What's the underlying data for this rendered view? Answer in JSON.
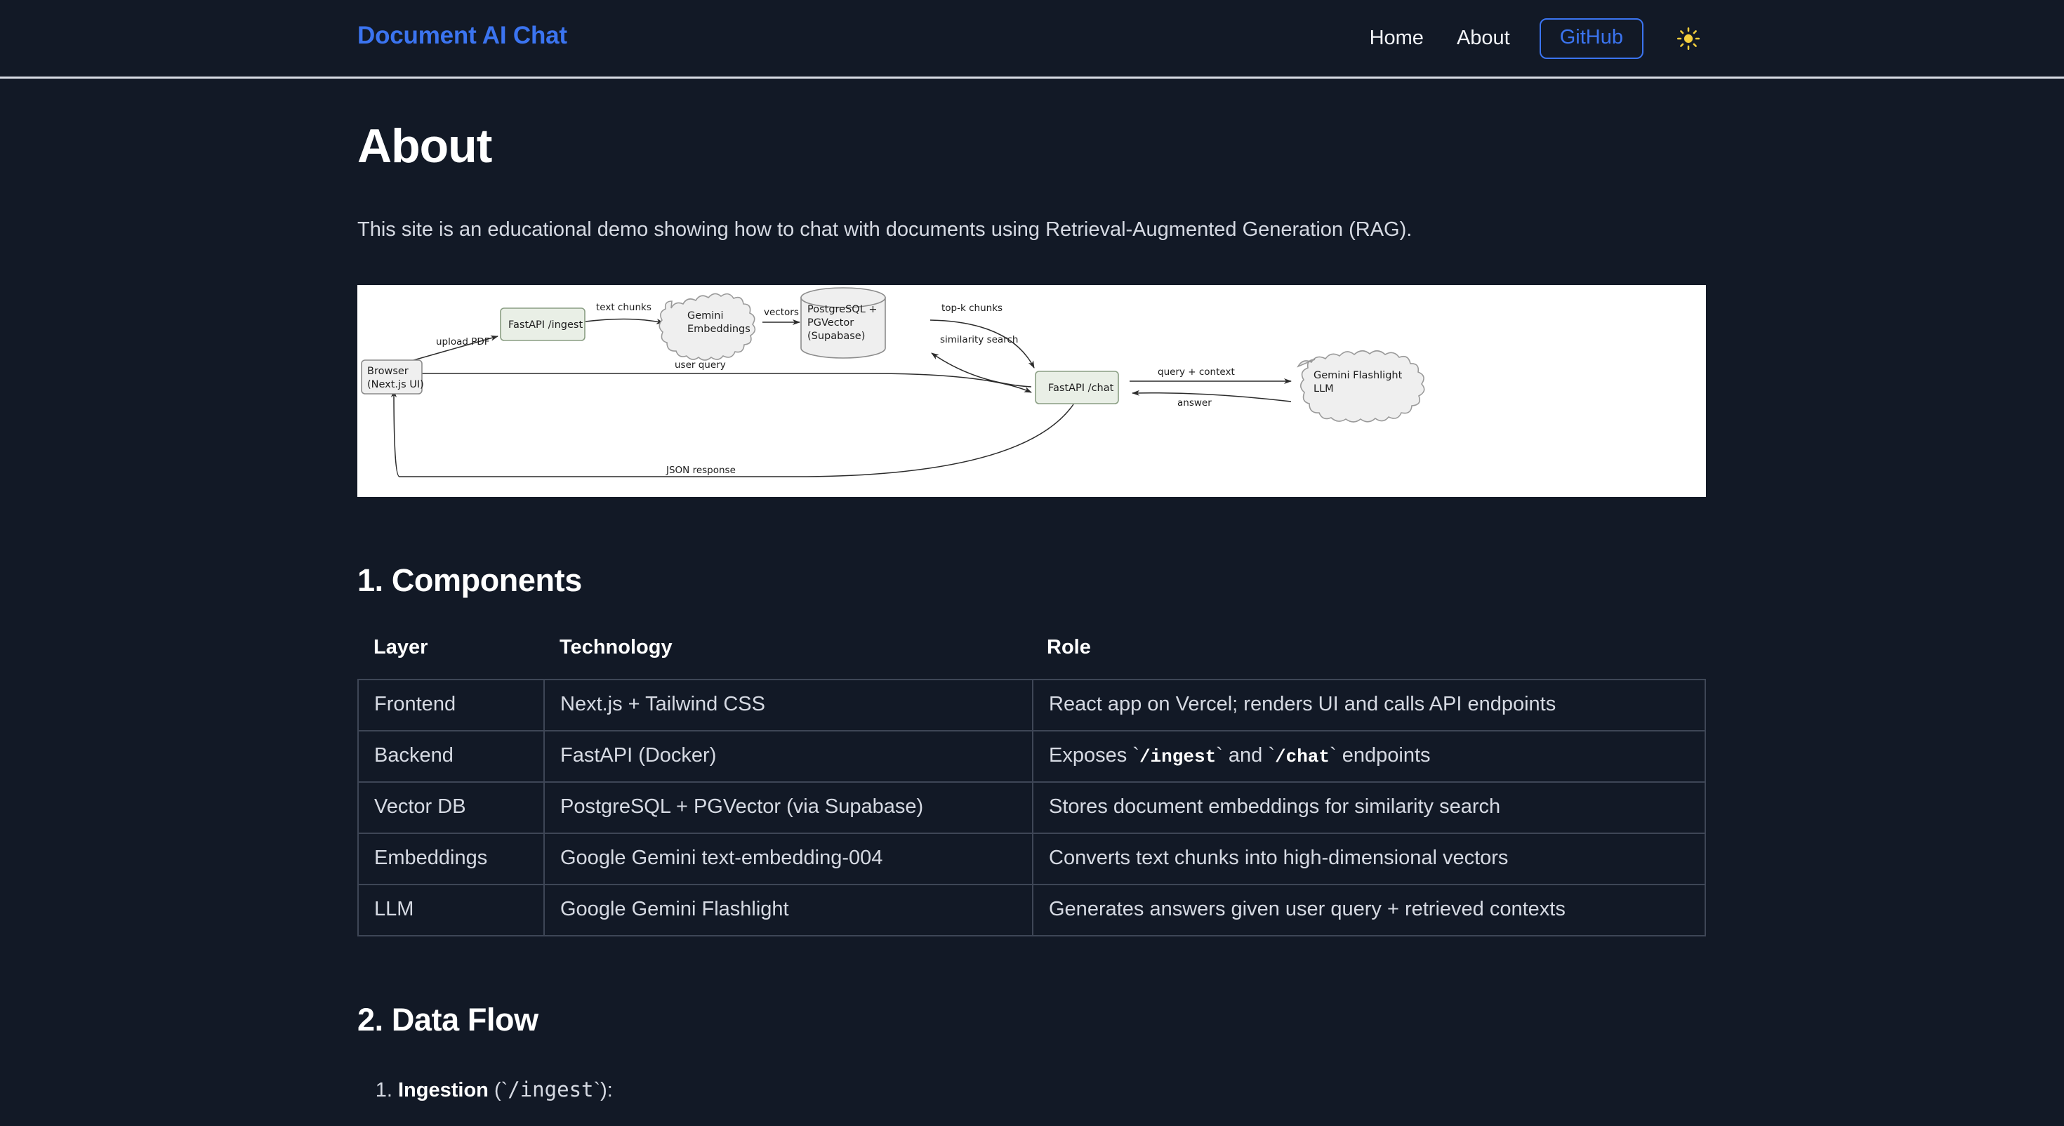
{
  "header": {
    "brand": "Document AI Chat",
    "nav": [
      {
        "label": "Home",
        "name": "nav-home"
      },
      {
        "label": "About",
        "name": "nav-about"
      }
    ],
    "github_label": "GitHub",
    "theme_icon": "sun-icon",
    "accent_color": "#3b74f0",
    "theme_icon_color": "#f5cf3d",
    "background_color": "#121926"
  },
  "main": {
    "title": "About",
    "intro": "This site is an educational demo showing how to chat with documents using Retrieval-Augmented Generation (RAG).",
    "sections": [
      {
        "heading": "1. Components"
      },
      {
        "heading": "2. Data Flow"
      }
    ]
  },
  "diagram": {
    "type": "architecture-flow",
    "background": "#ffffff",
    "nodes": [
      {
        "id": "browser",
        "label": "Browser\n(Next.js UI)",
        "shape": "rect",
        "fill": "#efefef"
      },
      {
        "id": "ingest",
        "label": "FastAPI /ingest",
        "shape": "rect",
        "fill": "#e9efe6"
      },
      {
        "id": "embeddings",
        "label": "Gemini\nEmbeddings",
        "shape": "cloud",
        "fill": "#efefef"
      },
      {
        "id": "pgvector",
        "label": "PostgreSQL +\nPGVector\n(Supabase)",
        "shape": "cylinder",
        "fill": "#efefef"
      },
      {
        "id": "chat",
        "label": "FastAPI /chat",
        "shape": "rect",
        "fill": "#e9efe6"
      },
      {
        "id": "llm",
        "label": "Gemini Flashlight\nLLM",
        "shape": "cloud",
        "fill": "#efefef"
      }
    ],
    "edges": [
      {
        "from": "browser",
        "to": "ingest",
        "label": "upload PDF"
      },
      {
        "from": "ingest",
        "to": "embeddings",
        "label": "text chunks"
      },
      {
        "from": "embeddings",
        "to": "pgvector",
        "label": "vectors"
      },
      {
        "from": "pgvector",
        "to": "chat",
        "label": "top-k chunks"
      },
      {
        "from": "chat",
        "to": "pgvector",
        "label": "similarity search"
      },
      {
        "from": "browser",
        "to": "chat",
        "label": "user query"
      },
      {
        "from": "chat",
        "to": "llm",
        "label": "query + context"
      },
      {
        "from": "llm",
        "to": "chat",
        "label": "answer"
      },
      {
        "from": "chat",
        "to": "browser",
        "label": "JSON response"
      }
    ],
    "node_labels": {
      "browser_l1": "Browser",
      "browser_l2": "(Next.js UI)",
      "ingest": "FastAPI /ingest",
      "embeddings_l1": "Gemini",
      "embeddings_l2": "Embeddings",
      "pgvector_l1": "PostgreSQL +",
      "pgvector_l2": "PGVector",
      "pgvector_l3": "(Supabase)",
      "chat": "FastAPI /chat",
      "llm_l1": "Gemini Flashlight",
      "llm_l2": "LLM"
    },
    "edge_labels": {
      "upload_pdf": "upload PDF",
      "text_chunks": "text chunks",
      "vectors": "vectors",
      "topk": "top-k chunks",
      "similarity": "similarity search",
      "user_query": "user query",
      "query_context": "query + context",
      "answer": "answer",
      "json_response": "JSON response"
    }
  },
  "table": {
    "columns": [
      "Layer",
      "Technology",
      "Role"
    ],
    "rows": [
      {
        "layer": "Frontend",
        "technology": "Next.js + Tailwind CSS",
        "role_pre": "React app on Vercel; renders UI and calls API endpoints",
        "role_code1": "",
        "role_mid": "",
        "role_code2": "",
        "role_post": ""
      },
      {
        "layer": "Backend",
        "technology": "FastAPI (Docker)",
        "role_pre": "Exposes `",
        "role_code1": "/ingest",
        "role_mid": "` and `",
        "role_code2": "/chat",
        "role_post": "` endpoints"
      },
      {
        "layer": "Vector DB",
        "technology": "PostgreSQL + PGVector (via Supabase)",
        "role_pre": "Stores document embeddings for similarity search",
        "role_code1": "",
        "role_mid": "",
        "role_code2": "",
        "role_post": ""
      },
      {
        "layer": "Embeddings",
        "technology": "Google Gemini text-embedding-004",
        "role_pre": "Converts text chunks into high-dimensional vectors",
        "role_code1": "",
        "role_mid": "",
        "role_code2": "",
        "role_post": ""
      },
      {
        "layer": "LLM",
        "technology": "Google Gemini Flashlight",
        "role_pre": "Generates answers given user query + retrieved contexts",
        "role_code1": "",
        "role_mid": "",
        "role_code2": "",
        "role_post": ""
      }
    ]
  },
  "data_flow": {
    "items": [
      {
        "strong": "Ingestion",
        "pre": " (`",
        "code": "/ingest",
        "post": "`):"
      }
    ]
  }
}
